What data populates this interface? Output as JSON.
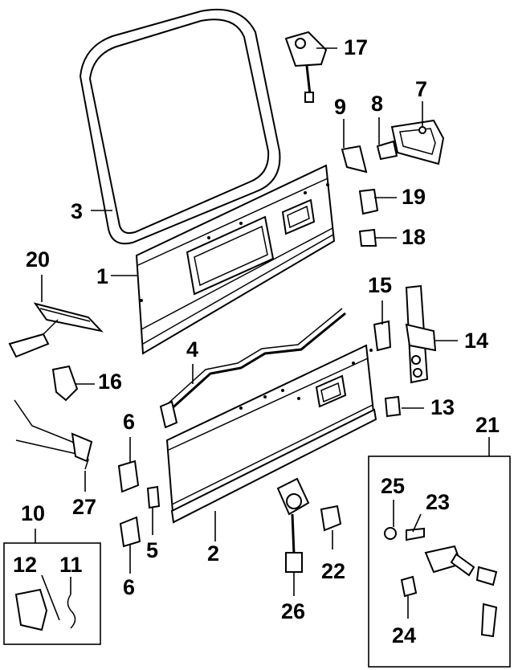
{
  "callouts": {
    "c1": "1",
    "c2": "2",
    "c3": "3",
    "c4": "4",
    "c5": "5",
    "c6a": "6",
    "c6b": "6",
    "c7": "7",
    "c8": "8",
    "c9": "9",
    "c10": "10",
    "c11": "11",
    "c12": "12",
    "c13": "13",
    "c14": "14",
    "c15": "15",
    "c16": "16",
    "c17": "17",
    "c18": "18",
    "c19": "19",
    "c20": "20",
    "c21": "21",
    "c22": "22",
    "c23": "23",
    "c24": "24",
    "c25": "25",
    "c26": "26",
    "c27": "27"
  }
}
